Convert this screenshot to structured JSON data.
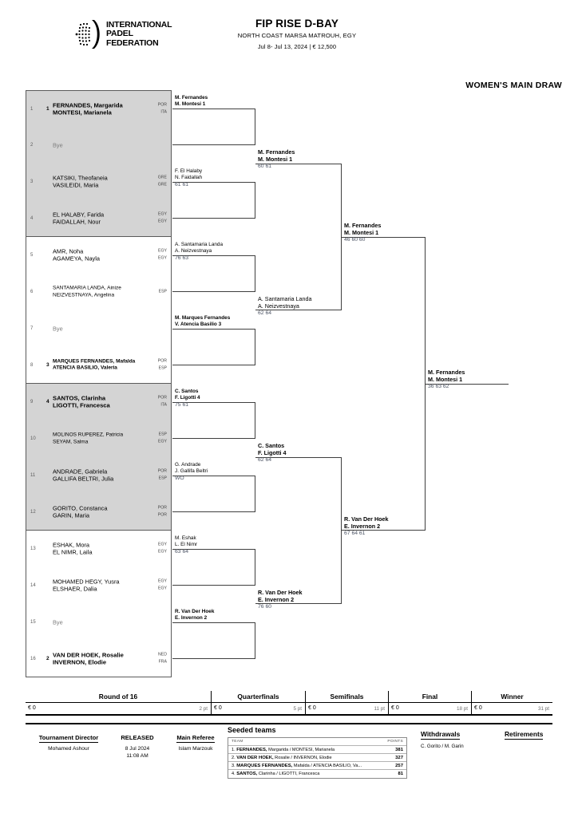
{
  "header": {
    "logo_lines": [
      "INTERNATIONAL",
      "PADEL",
      "FEDERATION"
    ],
    "tournament_name": "FIP RISE D-BAY",
    "location": "NORTH COAST MARSA MATROUH, EGY",
    "dates_prize": "Jul 8- Jul 13, 2024  |  € 12,500",
    "draw_title": "WOMEN'S MAIN DRAW"
  },
  "round_of_16": [
    {
      "no": "1",
      "seed": "1",
      "bold": true,
      "small": false,
      "bye": false,
      "p1": "FERNANDES, Margarida",
      "p2": "MONTESI, Marianela",
      "c1": "POR",
      "c2": "ITA"
    },
    {
      "no": "2",
      "seed": "",
      "bold": false,
      "small": false,
      "bye": true,
      "bye_label": "Bye",
      "p1": "",
      "p2": "",
      "c1": "",
      "c2": ""
    },
    {
      "no": "3",
      "seed": "",
      "bold": false,
      "small": false,
      "bye": false,
      "p1": "KATSIKI, Theofaneia",
      "p2": "VASILEIDI, Maria",
      "c1": "GRE",
      "c2": "GRE"
    },
    {
      "no": "4",
      "seed": "",
      "bold": false,
      "small": false,
      "bye": false,
      "p1": "EL HALABY, Farida",
      "p2": "FAIDALLAH, Nour",
      "c1": "EGY",
      "c2": "EGY"
    },
    {
      "no": "5",
      "seed": "",
      "bold": false,
      "small": false,
      "bye": false,
      "p1": "AMR, Noha",
      "p2": "AGAMEYA, Nayla",
      "c1": "EGY",
      "c2": "EGY"
    },
    {
      "no": "6",
      "seed": "",
      "bold": false,
      "small": true,
      "bye": false,
      "p1": "SANTAMARIA LANDA, Ainize",
      "p2": "NEIZVESTNAYA, Angelina",
      "c1": "ESP",
      "c2": ""
    },
    {
      "no": "7",
      "seed": "",
      "bold": false,
      "small": false,
      "bye": true,
      "bye_label": "Bye",
      "p1": "",
      "p2": "",
      "c1": "",
      "c2": ""
    },
    {
      "no": "8",
      "seed": "3",
      "bold": true,
      "small": true,
      "bye": false,
      "p1": "MARQUES FERNANDES, Mafalda",
      "p2": "ATENCIA BASILIO, Valeria",
      "c1": "POR",
      "c2": "ESP"
    },
    {
      "no": "9",
      "seed": "4",
      "bold": true,
      "small": false,
      "bye": false,
      "p1": "SANTOS, Clarinha",
      "p2": "LIGOTTI, Francesca",
      "c1": "POR",
      "c2": "ITA"
    },
    {
      "no": "10",
      "seed": "",
      "bold": false,
      "small": true,
      "bye": false,
      "p1": "MOLINOS RUPEREZ, Patricia",
      "p2": "SEYAM, Salma",
      "c1": "ESP",
      "c2": "EGY"
    },
    {
      "no": "11",
      "seed": "",
      "bold": false,
      "small": false,
      "bye": false,
      "p1": "ANDRADE, Gabriela",
      "p2": "GALLIFA BELTRI, Julia",
      "c1": "POR",
      "c2": "ESP"
    },
    {
      "no": "12",
      "seed": "",
      "bold": false,
      "small": false,
      "bye": false,
      "p1": "GORITO, Constanca",
      "p2": "GARIN, Maria",
      "c1": "POR",
      "c2": "POR"
    },
    {
      "no": "13",
      "seed": "",
      "bold": false,
      "small": false,
      "bye": false,
      "p1": "ESHAK, Mora",
      "p2": "EL NIMR, Laila",
      "c1": "EGY",
      "c2": "EGY"
    },
    {
      "no": "14",
      "seed": "",
      "bold": false,
      "small": false,
      "bye": false,
      "p1": "MOHAMED HEGY, Yusra",
      "p2": "ELSHAER, Dalia",
      "c1": "EGY",
      "c2": "EGY"
    },
    {
      "no": "15",
      "seed": "",
      "bold": false,
      "small": false,
      "bye": true,
      "bye_label": "Bye",
      "p1": "",
      "p2": "",
      "c1": "",
      "c2": ""
    },
    {
      "no": "16",
      "seed": "2",
      "bold": true,
      "small": false,
      "bye": false,
      "p1": "VAN DER HOEK, Rosalie",
      "p2": "INVERNON, Elodie",
      "c1": "NED",
      "c2": "FRA"
    }
  ],
  "quarterfinals": [
    {
      "p1": "M. Fernandes",
      "p2": "M. Montesi",
      "seed": "1",
      "score": "",
      "bold": true
    },
    {
      "p1": "F. El Halaby",
      "p2": "N. Faidallah",
      "seed": "",
      "score": "61 61",
      "bold": false
    },
    {
      "p1": "A. Santamaria Landa",
      "p2": "A. Neizvestnaya",
      "seed": "",
      "score": "76 63",
      "bold": false
    },
    {
      "p1": "M. Marques Fernandes",
      "p2": "V. Atencia Basilio",
      "seed": "3",
      "score": "",
      "bold": true
    },
    {
      "p1": "C. Santos",
      "p2": "F. Ligotti",
      "seed": "4",
      "score": "75 61",
      "bold": true
    },
    {
      "p1": "G. Andrade",
      "p2": "J. Gallifa Beltri",
      "seed": "",
      "score": "WO",
      "bold": false
    },
    {
      "p1": "M. Eshak",
      "p2": "L. El Nimr",
      "seed": "",
      "score": "63 64",
      "bold": false
    },
    {
      "p1": "R. Van Der Hoek",
      "p2": "E. Invernon",
      "seed": "2",
      "score": "",
      "bold": true
    }
  ],
  "semifinals": [
    {
      "p1": "M. Fernandes",
      "p2": "M. Montesi",
      "seed": "1",
      "score": "60 61",
      "bold": true
    },
    {
      "p1": "A. Santamaria Landa",
      "p2": "A. Neizvestnaya",
      "seed": "",
      "score": "62 64",
      "bold": false
    },
    {
      "p1": "C. Santos",
      "p2": "F. Ligotti",
      "seed": "4",
      "score": "62 64",
      "bold": true
    },
    {
      "p1": "R. Van Der Hoek",
      "p2": "E. Invernon",
      "seed": "2",
      "score": "76 60",
      "bold": true
    }
  ],
  "final": [
    {
      "p1": "M. Fernandes",
      "p2": "M. Montesi",
      "seed": "1",
      "score": "46 60 60",
      "bold": true
    },
    {
      "p1": "R. Van Der Hoek",
      "p2": "E. Invernon",
      "seed": "2",
      "score": "67 64 61",
      "bold": true
    }
  ],
  "winner": {
    "p1": "M. Fernandes",
    "p2": "M. Montesi",
    "seed": "1",
    "score": "36 63 62"
  },
  "points_table": {
    "columns": [
      {
        "round": "Round of 16",
        "money": "€ 0",
        "points": "2 pt"
      },
      {
        "round": "Quarterfinals",
        "money": "€ 0",
        "points": "5 pt"
      },
      {
        "round": "Semifinals",
        "money": "€ 0",
        "points": "11 pt"
      },
      {
        "round": "Final",
        "money": "€ 0",
        "points": "18 pt"
      },
      {
        "round": "Winner",
        "money": "€ 0",
        "points": "31 pt"
      }
    ]
  },
  "footer": {
    "tournament_director_label": "Tournament Director",
    "tournament_director_name": "Mohamed Ashour",
    "released_label": "RELEASED",
    "released_date": "8 Jul 2024",
    "released_time": "11:08 AM",
    "main_referee_label": "Main Referee",
    "main_referee_name": "Islam Marzouk",
    "seeded_title": "Seeded teams",
    "seeded_head_team": "TEAM",
    "seeded_head_points": "POINTS",
    "seeded_rows": [
      {
        "rank": "1.",
        "team_bold": "FERNANDES,",
        "team_rest": " Margarida / MONTESI, Marianela",
        "points": "381"
      },
      {
        "rank": "2.",
        "team_bold": "VAN DER HOEK,",
        "team_rest": " Rosalie / INVERNON, Elodie",
        "points": "327"
      },
      {
        "rank": "3.",
        "team_bold": "MARQUES FERNANDES,",
        "team_rest": " Mafalda / ATENCIA BASILIO, Va...",
        "points": "257"
      },
      {
        "rank": "4.",
        "team_bold": "SANTOS,",
        "team_rest": " Clarinha / LIGOTTI, Francesca",
        "points": "81"
      }
    ],
    "withdrawals_label": "Withdrawals",
    "withdrawals_value": "C. Gorito / M. Garin",
    "retirements_label": "Retirements",
    "retirements_value": ""
  }
}
